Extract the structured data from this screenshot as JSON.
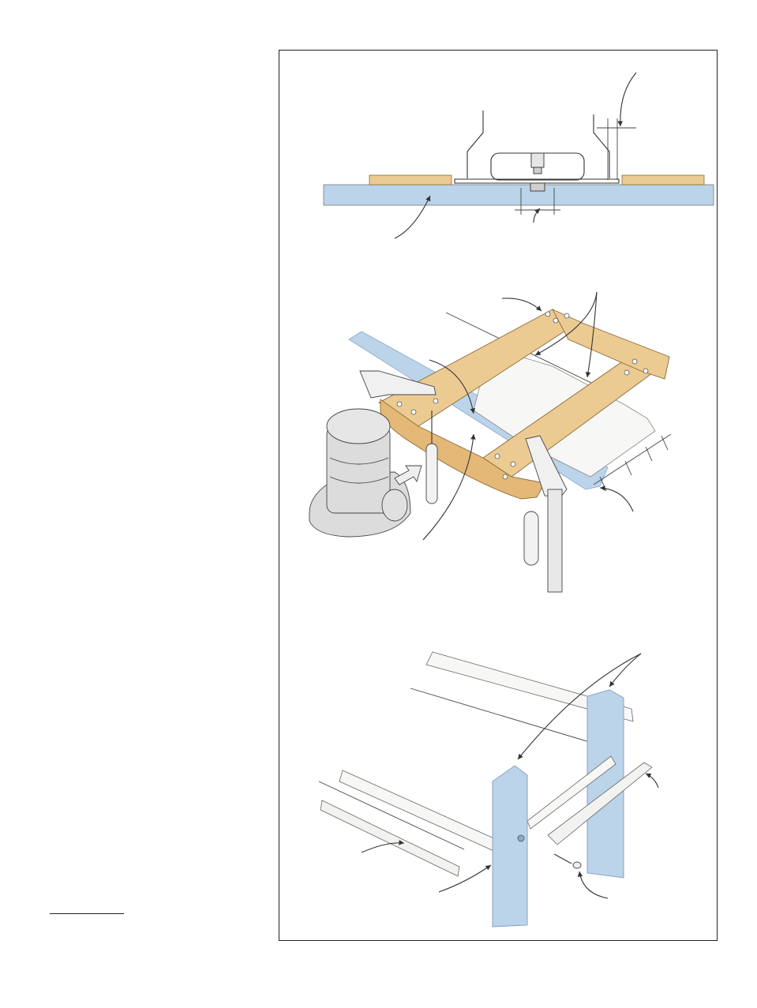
{
  "colors": {
    "jig_wood": "#eccb92",
    "jig_edge": "#d9a866",
    "blue_stock": "#bcd4ea",
    "blue_stock_dark": "#9dbcdc",
    "router_gray": "#dcdcdc",
    "router_shadow": "#bdbdbd",
    "white_stock": "#f7f7f5",
    "ink": "#333333"
  },
  "figures": [
    {
      "id": "router-setup-section",
      "icons": [
        "router-base-icon",
        "straight-bit-icon",
        "wood-guide-strip-icon",
        "leader-arrow-icon",
        "dimension-arrows-icon"
      ]
    },
    {
      "id": "routing-jig-assembly",
      "icons": [
        "plunge-router-icon",
        "bar-clamp-icon",
        "jig-frame-icon",
        "feed-arrow-icon",
        "leader-arrow-icon",
        "dimension-arrows-icon"
      ]
    },
    {
      "id": "rail-and-stile-assembly",
      "icons": [
        "post-icon",
        "rail-icon",
        "nail-icon",
        "leader-arrow-icon"
      ]
    }
  ]
}
